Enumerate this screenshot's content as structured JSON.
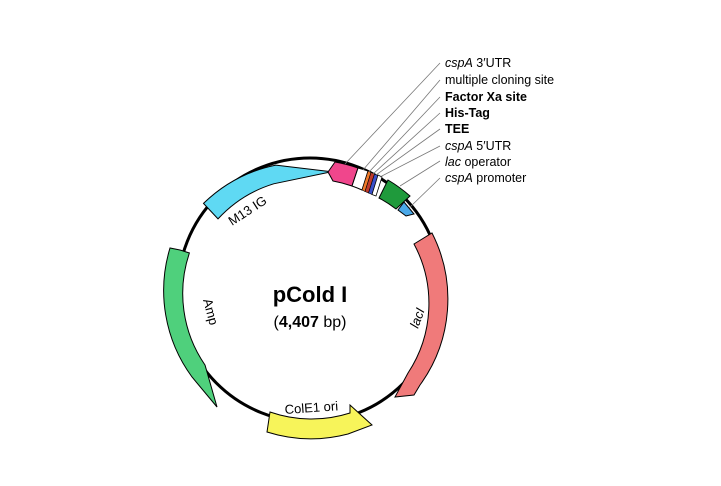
{
  "plasmid": {
    "name": "pCold I",
    "size_prefix": "(",
    "size_value": "4,407",
    "size_unit": " bp)"
  },
  "features": [
    {
      "id": "m13",
      "label": "M13 IG",
      "color": "#5fd9f3"
    },
    {
      "id": "amp",
      "label": "Amp",
      "color": "#4fd07c"
    },
    {
      "id": "cole1",
      "label": "ColE1 ori",
      "color": "#f7f45a"
    },
    {
      "id": "laci",
      "label": "lacI",
      "color": "#f07a7a"
    }
  ],
  "callouts": [
    {
      "italic": "cspA",
      "text": " 3′UTR",
      "bold": false
    },
    {
      "italic": "",
      "text": "multiple cloning site",
      "bold": false
    },
    {
      "italic": "",
      "text": "Factor Xa site",
      "bold": true
    },
    {
      "italic": "",
      "text": "His-Tag",
      "bold": true
    },
    {
      "italic": "",
      "text": "TEE",
      "bold": true
    },
    {
      "italic": "cspA",
      "text": " 5′UTR",
      "bold": false
    },
    {
      "italic": "lac",
      "text": " operator",
      "bold": false
    },
    {
      "italic": "cspA",
      "text": " promoter",
      "bold": false
    }
  ],
  "colors": {
    "backbone": "#000000",
    "utr3": "#f0468c",
    "mcs": "#ffffff",
    "factor_xa": "#f07a2a",
    "his_tag": "#c0392b",
    "tee": "#3a4fc9",
    "utr5": "#1f9a3c",
    "lac_operator": "#1f9a3c",
    "cspa_promoter": "#4aa8e8"
  }
}
